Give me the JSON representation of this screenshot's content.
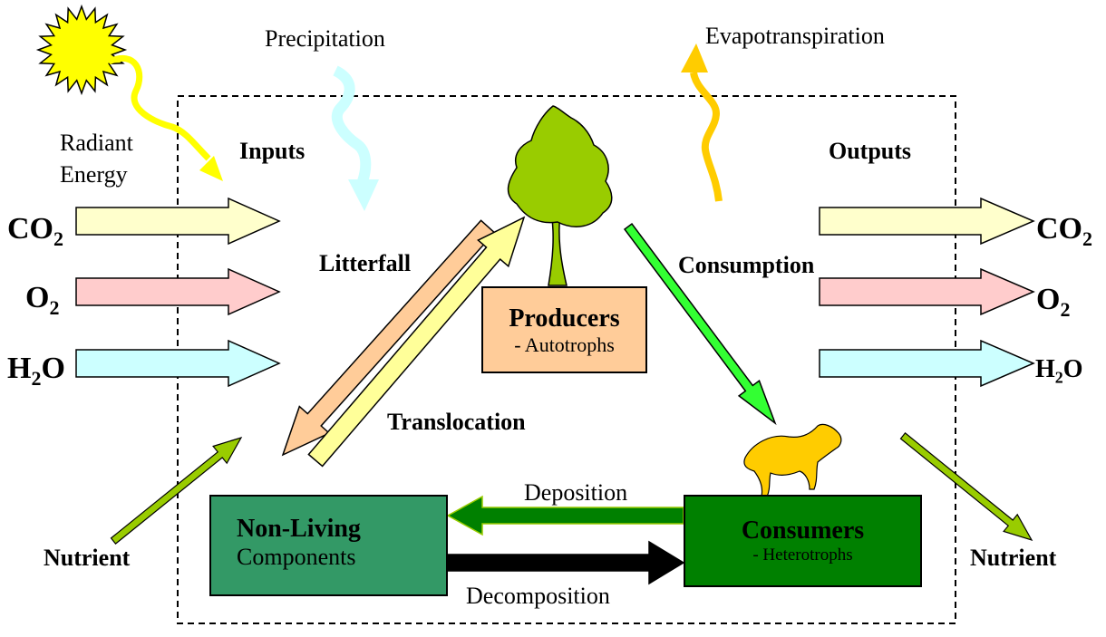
{
  "inputs": {
    "heading": "Inputs",
    "radiant_energy": [
      "Radiant",
      "Energy"
    ],
    "precipitation": "Precipitation",
    "gases": [
      {
        "base": "CO",
        "sub": "2",
        "color": "#ffffcc"
      },
      {
        "base": "O",
        "sub": "2",
        "color": "#ffcccc"
      },
      {
        "base": "H",
        "sub": "2",
        "tail": "O",
        "color": "#ccffff"
      }
    ],
    "nutrient": "Nutrient"
  },
  "outputs": {
    "heading": "Outputs",
    "evapotranspiration": "Evapotranspiration",
    "gases": [
      {
        "base": "CO",
        "sub": "2",
        "color": "#ffffcc"
      },
      {
        "base": "O",
        "sub": "2",
        "color": "#ffcccc"
      },
      {
        "base": "H",
        "sub": "2",
        "tail": "O",
        "color": "#ccffff"
      }
    ],
    "nutrient": "Nutrient"
  },
  "flows": {
    "litterfall": "Litterfall",
    "translocation": "Translocation",
    "consumption": "Consumption",
    "deposition": "Deposition",
    "decomposition": "Decomposition"
  },
  "producers": {
    "title": "Producers",
    "subtitle": "- Autotrophs",
    "color": "#ffcc99"
  },
  "non_living": {
    "title": "Non-Living",
    "subtitle": "Components",
    "color": "#339966"
  },
  "consumers": {
    "title": "Consumers",
    "subtitle": "- Heterotrophs",
    "color": "#008000"
  },
  "colors": {
    "sun": "#ffff00",
    "precipitation": "#ccffff",
    "evapotranspiration": "#ffcc00",
    "tree": "#99cc00",
    "animal": "#ffcc00",
    "litterfall": "#ffcc99",
    "translocation": "#ffff99",
    "consumption": "#33ff33",
    "deposition": "#008000",
    "decomposition": "#000000",
    "nutrient": "#99cc00"
  }
}
